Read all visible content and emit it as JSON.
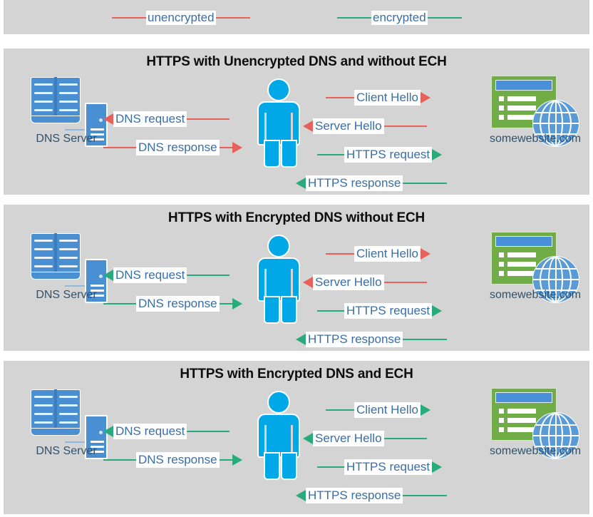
{
  "legend": {
    "items": [
      {
        "label": "unencrypted",
        "color": "#e8605a",
        "name": "legend-unencrypted"
      },
      {
        "label": "encrypted",
        "color": "#2aa97a",
        "name": "legend-encrypted"
      }
    ]
  },
  "colors": {
    "unencrypted": "#e8605a",
    "encrypted": "#2aa97a",
    "panel_background": "#d4d4d4",
    "label_text": "#3a6ea5",
    "node_caption": "#31516b",
    "person": "#00a8e8",
    "website_window": "#70ad47",
    "globe": "#5b9bd5",
    "dns_icon": "#4a8fd1"
  },
  "nodes": {
    "dns_server_caption": "DNS Server",
    "website_caption": "somewebsite.com",
    "person_name": "user"
  },
  "panels": [
    {
      "id": "panel-1",
      "title": "HTTPS with Unencrypted DNS and without ECH",
      "arrows": [
        {
          "label": "DNS request",
          "direction": "left",
          "encrypted": false,
          "side": "dns"
        },
        {
          "label": "DNS response",
          "direction": "right",
          "encrypted": false,
          "side": "dns"
        },
        {
          "label": "Client Hello",
          "direction": "right",
          "encrypted": false,
          "side": "web"
        },
        {
          "label": "Server Hello",
          "direction": "left",
          "encrypted": false,
          "side": "web"
        },
        {
          "label": "HTTPS request",
          "direction": "right",
          "encrypted": true,
          "side": "web"
        },
        {
          "label": "HTTPS response",
          "direction": "left",
          "encrypted": true,
          "side": "web"
        }
      ]
    },
    {
      "id": "panel-2",
      "title": "HTTPS with Encrypted DNS without ECH",
      "arrows": [
        {
          "label": "DNS request",
          "direction": "left",
          "encrypted": true,
          "side": "dns"
        },
        {
          "label": "DNS response",
          "direction": "right",
          "encrypted": true,
          "side": "dns"
        },
        {
          "label": "Client Hello",
          "direction": "right",
          "encrypted": false,
          "side": "web"
        },
        {
          "label": "Server Hello",
          "direction": "left",
          "encrypted": false,
          "side": "web"
        },
        {
          "label": "HTTPS request",
          "direction": "right",
          "encrypted": true,
          "side": "web"
        },
        {
          "label": "HTTPS response",
          "direction": "left",
          "encrypted": true,
          "side": "web"
        }
      ]
    },
    {
      "id": "panel-3",
      "title": "HTTPS with Encrypted DNS and ECH",
      "arrows": [
        {
          "label": "DNS request",
          "direction": "left",
          "encrypted": true,
          "side": "dns"
        },
        {
          "label": "DNS response",
          "direction": "right",
          "encrypted": true,
          "side": "dns"
        },
        {
          "label": "Client Hello",
          "direction": "right",
          "encrypted": true,
          "side": "web"
        },
        {
          "label": "Server Hello",
          "direction": "left",
          "encrypted": true,
          "side": "web"
        },
        {
          "label": "HTTPS request",
          "direction": "right",
          "encrypted": true,
          "side": "web"
        },
        {
          "label": "HTTPS response",
          "direction": "left",
          "encrypted": true,
          "side": "web"
        }
      ]
    }
  ]
}
